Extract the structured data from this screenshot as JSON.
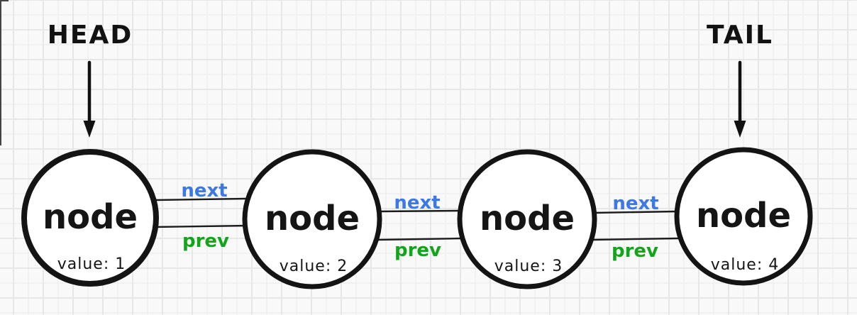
{
  "canvas": {
    "head_pointer": {
      "label": "HEAD"
    },
    "tail_pointer": {
      "label": "TAIL"
    },
    "nodes": [
      {
        "label": "node",
        "value": "value: 1"
      },
      {
        "label": "node",
        "value": "value: 2"
      },
      {
        "label": "node",
        "value": "value: 3"
      },
      {
        "label": "node",
        "value": "value: 4"
      }
    ],
    "links": [
      {
        "next": "next",
        "prev": "prev"
      },
      {
        "next": "next",
        "prev": "prev"
      },
      {
        "next": "next",
        "prev": "prev"
      }
    ],
    "colors": {
      "head_circle": "#18a42c",
      "tail_circle": "#4287f5",
      "node_circle": "#141414",
      "next_label": "#3c79e6",
      "prev_label": "#11a51a",
      "arrow": "#111111",
      "line": "#1c1c1c"
    }
  }
}
